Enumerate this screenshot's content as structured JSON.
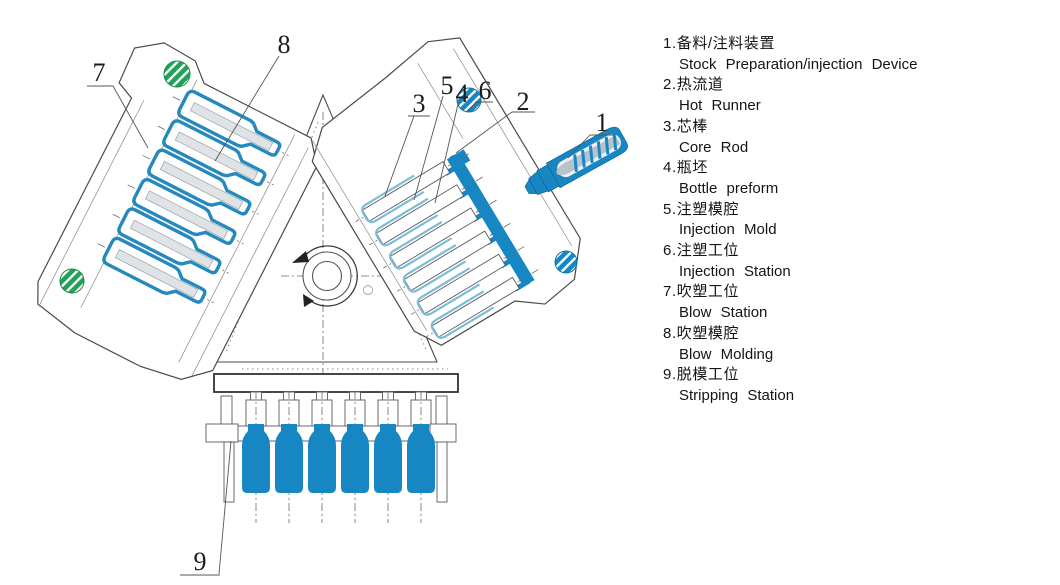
{
  "colors": {
    "machine_blue": "#1787c4",
    "station_green": "#21a258",
    "line_gray": "#4a4a4a"
  },
  "callouts": {
    "n1": "1",
    "n2": "2",
    "n3": "3",
    "n4": "4",
    "n5": "5",
    "n6": "6",
    "n7": "7",
    "n8": "8",
    "n9": "9"
  },
  "legend": {
    "items": [
      {
        "num": "1.",
        "zh": "备料/注料装置",
        "en": "Stock Preparation/injection Device"
      },
      {
        "num": "2.",
        "zh": "热流道",
        "en": "Hot Runner"
      },
      {
        "num": "3.",
        "zh": "芯棒",
        "en": "Core Rod"
      },
      {
        "num": "4.",
        "zh": "瓶坯",
        "en": "Bottle preform"
      },
      {
        "num": "5.",
        "zh": "注塑模腔",
        "en": "Injection Mold"
      },
      {
        "num": "6.",
        "zh": "注塑工位",
        "en": "Injection Station"
      },
      {
        "num": "7.",
        "zh": "吹塑工位",
        "en": "Blow Station"
      },
      {
        "num": "8.",
        "zh": "吹塑模腔",
        "en": "Blow Molding"
      },
      {
        "num": "9.",
        "zh": "脱模工位",
        "en": "Stripping Station"
      }
    ]
  }
}
